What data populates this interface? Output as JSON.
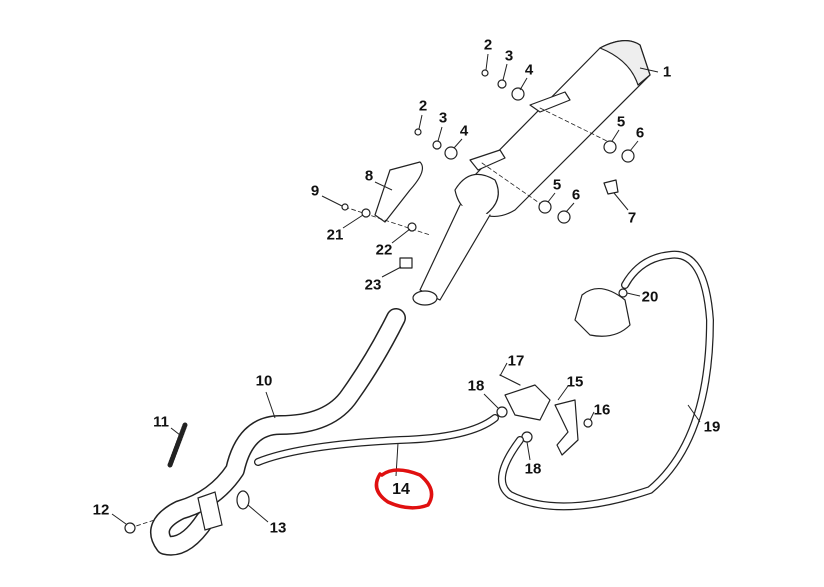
{
  "diagram": {
    "type": "exploded parts diagram - exhaust system",
    "highlight_color": "#e01010",
    "callouts": [
      {
        "id": "c1",
        "text": "1"
      },
      {
        "id": "c2a",
        "text": "2"
      },
      {
        "id": "c3a",
        "text": "3"
      },
      {
        "id": "c4a",
        "text": "4"
      },
      {
        "id": "c2b",
        "text": "2"
      },
      {
        "id": "c3b",
        "text": "3"
      },
      {
        "id": "c4b",
        "text": "4"
      },
      {
        "id": "c5a",
        "text": "5"
      },
      {
        "id": "c6a",
        "text": "6"
      },
      {
        "id": "c5b",
        "text": "5"
      },
      {
        "id": "c6b",
        "text": "6"
      },
      {
        "id": "c7",
        "text": "7"
      },
      {
        "id": "c8",
        "text": "8"
      },
      {
        "id": "c9",
        "text": "9"
      },
      {
        "id": "c21",
        "text": "21"
      },
      {
        "id": "c22",
        "text": "22"
      },
      {
        "id": "c23",
        "text": "23"
      },
      {
        "id": "c20",
        "text": "20"
      },
      {
        "id": "c17",
        "text": "17"
      },
      {
        "id": "c15",
        "text": "15"
      },
      {
        "id": "c18a",
        "text": "18"
      },
      {
        "id": "c16",
        "text": "16"
      },
      {
        "id": "c19",
        "text": "19"
      },
      {
        "id": "c18b",
        "text": "18"
      },
      {
        "id": "c10",
        "text": "10"
      },
      {
        "id": "c11",
        "text": "11"
      },
      {
        "id": "c14",
        "text": "14"
      },
      {
        "id": "c12",
        "text": "12"
      },
      {
        "id": "c13",
        "text": "13"
      }
    ]
  }
}
